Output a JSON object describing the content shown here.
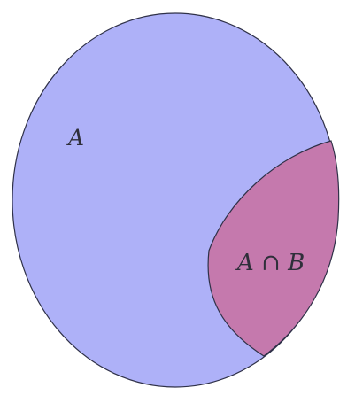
{
  "diagram": {
    "type": "venn",
    "labels": {
      "set_a": "A",
      "intersection": "A ∩ B"
    },
    "colors": {
      "background": "#ffffff",
      "set_a_fill": "#aeb1f8",
      "intersection_fill": "#c579ad",
      "outline": "#2f3148"
    }
  }
}
